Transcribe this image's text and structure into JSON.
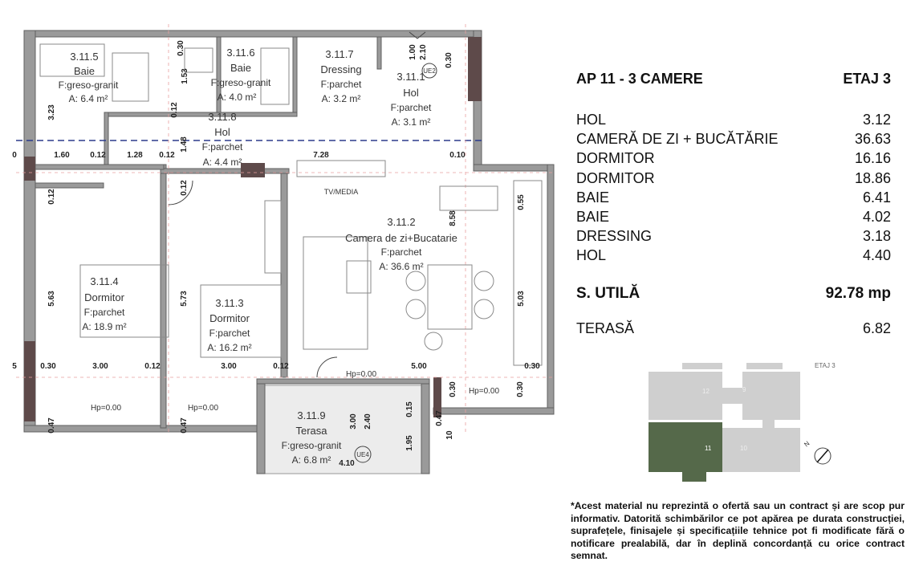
{
  "apartment": {
    "title": "AP 11 - 3 CAMERE",
    "floor": "ETAJ 3",
    "rooms": [
      {
        "name": "HOL",
        "area": "3.12"
      },
      {
        "name": "CAMERĂ DE ZI + BUCĂTĂRIE",
        "area": "36.63"
      },
      {
        "name": "DORMITOR",
        "area": "16.16"
      },
      {
        "name": "DORMITOR",
        "area": "18.86"
      },
      {
        "name": "BAIE",
        "area": "6.41"
      },
      {
        "name": "BAIE",
        "area": "4.02"
      },
      {
        "name": "DRESSING",
        "area": "3.18"
      },
      {
        "name": "HOL",
        "area": "4.40"
      }
    ],
    "useful_label": "S. UTILĂ",
    "useful_value": "92.78 mp",
    "terrace_label": "TERASĂ",
    "terrace_value": "6.82"
  },
  "plan": {
    "rooms": [
      {
        "code": "3.11.5",
        "name": "Baie",
        "finish": "F:greso-granit",
        "area": "A: 6.4 m²"
      },
      {
        "code": "3.11.6",
        "name": "Baie",
        "finish": "F:greso-granit",
        "area": "A: 4.0 m²"
      },
      {
        "code": "3.11.7",
        "name": "Dressing",
        "finish": "F:parchet",
        "area": "A: 3.2 m²"
      },
      {
        "code": "3.11.1",
        "name": "Hol",
        "finish": "F:parchet",
        "area": "A: 3.1 m²"
      },
      {
        "code": "3.11.8",
        "name": "Hol",
        "finish": "F:parchet",
        "area": "A: 4.4 m²"
      },
      {
        "code": "3.11.2",
        "name": "Camera de zi+Bucatarie",
        "finish": "F:parchet",
        "area": "A: 36.6 m²"
      },
      {
        "code": "3.11.4",
        "name": "Dormitor",
        "finish": "F:parchet",
        "area": "A: 18.9 m²"
      },
      {
        "code": "3.11.3",
        "name": "Dormitor",
        "finish": "F:parchet",
        "area": "A: 16.2 m²"
      },
      {
        "code": "3.11.9",
        "name": "Terasa",
        "finish": "F:greso-granit",
        "area": "A: 6.8 m²"
      }
    ],
    "tv_label": "TV/MEDIA",
    "ue_labels": [
      "UE2",
      "UE4"
    ],
    "hp_label": "Hp=0.00",
    "dimensions": [
      "0.30",
      "1.53",
      "0.12",
      "1.00",
      "2.10",
      "0.30",
      "3.23",
      "1.48",
      "1.60",
      "0.12",
      "1.28",
      "0.12",
      "7.28",
      "0.10",
      "0",
      "0.12",
      "0.12",
      "0.55",
      "8.58",
      "5.63",
      "5.73",
      "5.03",
      "0.30",
      "3.00",
      "0.12",
      "3.00",
      "0.12",
      "5.00",
      "0.30",
      "0.30",
      "5",
      "0.47",
      "0.47",
      "0.15",
      "3.00",
      "2.40",
      "0.30",
      "1.95",
      "0.47",
      "10",
      "4.10"
    ]
  },
  "keyplan": {
    "label": "ETAJ 3",
    "unit_labels": [
      "11",
      "12",
      "9",
      "10"
    ]
  },
  "disclaimer": "*Acest material nu reprezintă o ofertă sau un contract și are scop pur informativ. Datorită schimbărilor ce pot apărea pe durata construcției, suprafețele, finisajele și specificațiile tehnice pot fi modificate fără o notificare prealabilă, dar în deplină concordanță cu orice contract semnat.",
  "colors": {
    "wall": "#707070",
    "wall_fill": "#9a9a9a",
    "column": "#5e4a4a",
    "axis": "#2b3a8c",
    "highlight": "#55694a",
    "terrace": "#eeeeee"
  }
}
